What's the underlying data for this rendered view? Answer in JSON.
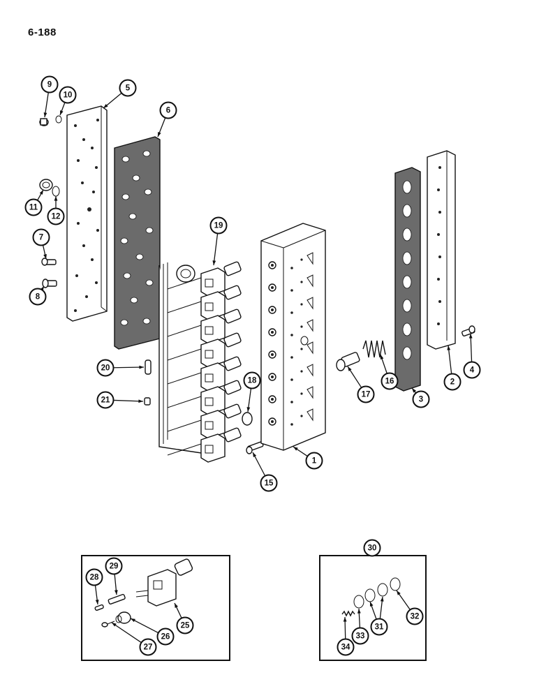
{
  "page": {
    "number": "6-188"
  },
  "callouts": [
    {
      "id": "c1",
      "label": "1"
    },
    {
      "id": "c2",
      "label": "2"
    },
    {
      "id": "c3",
      "label": "3"
    },
    {
      "id": "c4",
      "label": "4"
    },
    {
      "id": "c5",
      "label": "5"
    },
    {
      "id": "c6",
      "label": "6"
    },
    {
      "id": "c7",
      "label": "7"
    },
    {
      "id": "c8",
      "label": "8"
    },
    {
      "id": "c9",
      "label": "9"
    },
    {
      "id": "c10",
      "label": "10"
    },
    {
      "id": "c11",
      "label": "11"
    },
    {
      "id": "c12",
      "label": "12"
    },
    {
      "id": "c15",
      "label": "15"
    },
    {
      "id": "c16",
      "label": "16"
    },
    {
      "id": "c17",
      "label": "17"
    },
    {
      "id": "c18",
      "label": "18"
    },
    {
      "id": "c19",
      "label": "19"
    },
    {
      "id": "c20",
      "label": "20"
    },
    {
      "id": "c21",
      "label": "21"
    },
    {
      "id": "c25",
      "label": "25"
    },
    {
      "id": "c26",
      "label": "26"
    },
    {
      "id": "c27",
      "label": "27"
    },
    {
      "id": "c28",
      "label": "28"
    },
    {
      "id": "c29",
      "label": "29"
    },
    {
      "id": "c30",
      "label": "30"
    },
    {
      "id": "c31",
      "label": "31"
    },
    {
      "id": "c32",
      "label": "32"
    },
    {
      "id": "c33",
      "label": "33"
    },
    {
      "id": "c34",
      "label": "34"
    }
  ],
  "colors": {
    "ink": "#111111",
    "gasket": "#6b6b6b",
    "paper": "#ffffff"
  }
}
